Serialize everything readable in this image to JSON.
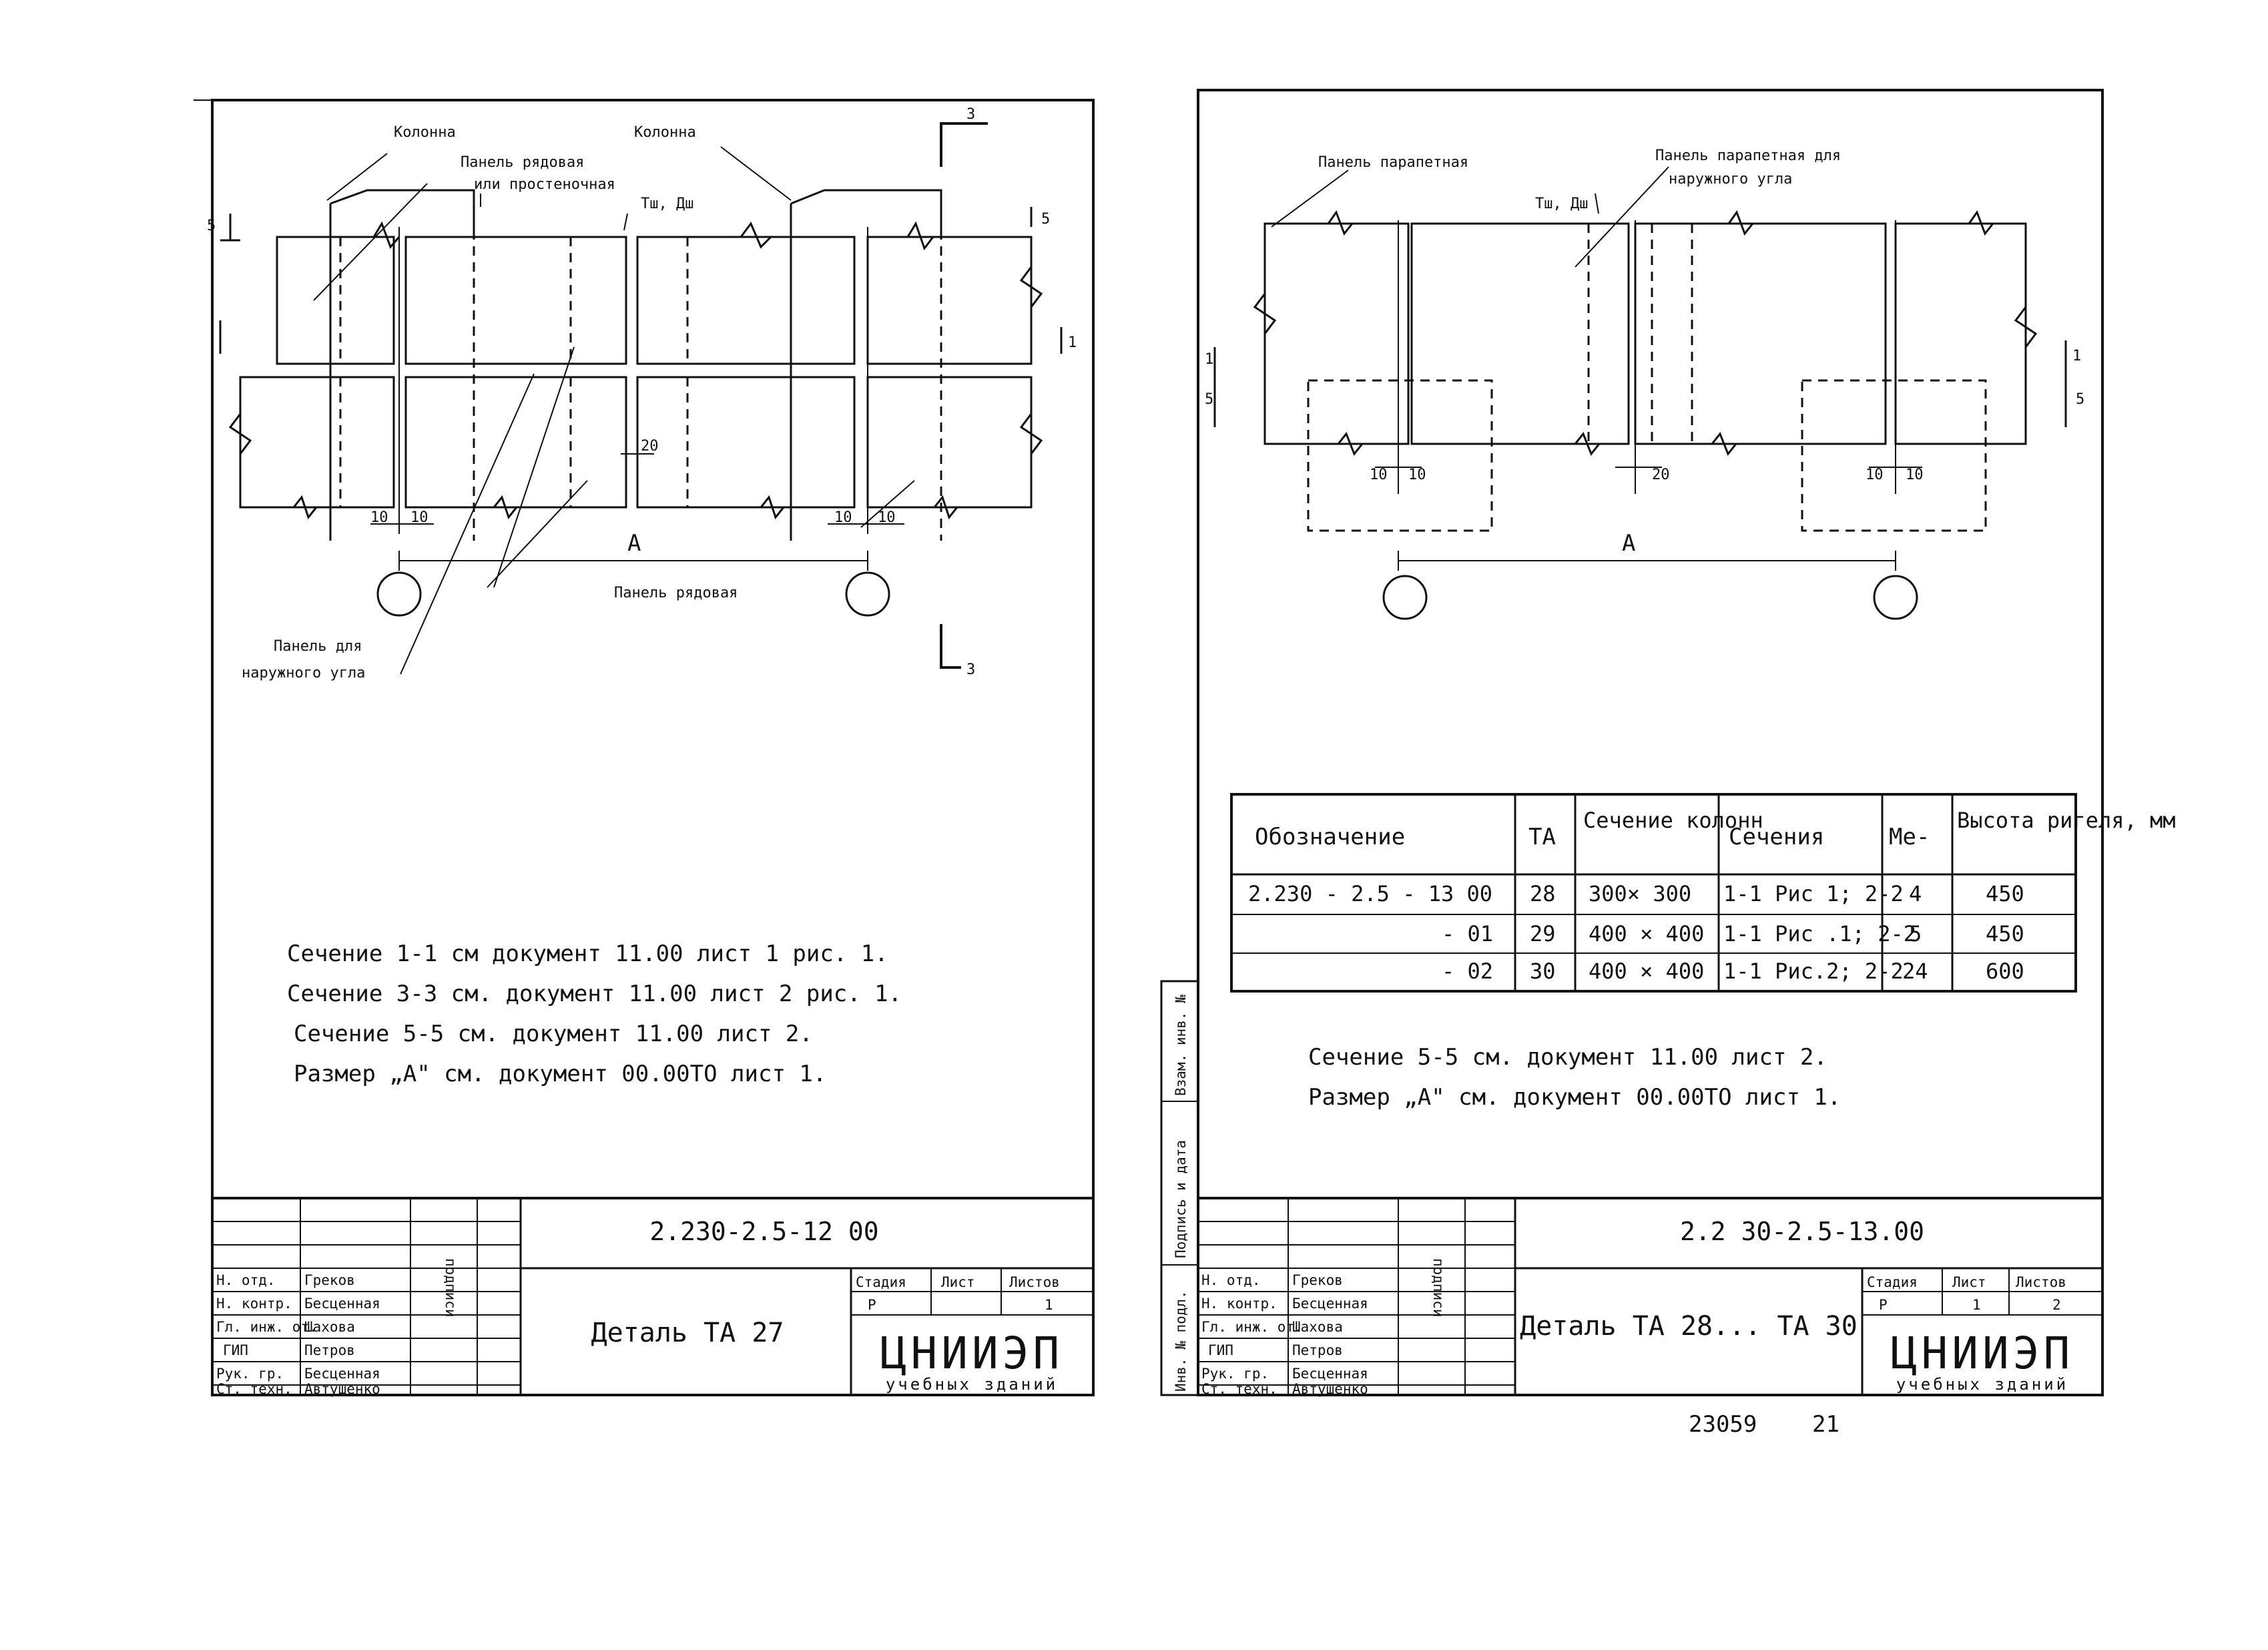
{
  "sheet1": {
    "labels": {
      "kolonna_left": "Колонна",
      "kolonna_right": "Колонна",
      "panel_row_pier": "Панель рядовая",
      "panel_row_pier_2": "или простеночная",
      "tsh_dsh": "Тш, Дш",
      "panel_row": "Панель рядовая",
      "panel_corner": "Панель для",
      "panel_corner_2": "наружного угла",
      "dim_a": "А",
      "dim_20": "20",
      "dim_10a": "10",
      "dim_10b": "10",
      "dim_10c": "10",
      "dim_10d": "10",
      "mark_5_left": "5",
      "mark_5_right": "5",
      "mark_3_top": "3",
      "mark_3_bottom": "3",
      "mark_1_right": "1"
    },
    "notes": [
      "Сечение 1-1 см документ 11.00 лист 1 рис. 1.",
      "Сечение 3-3 см. документ 11.00 лист 2 рис. 1.",
      "Сечение 5-5 см. документ 11.00 лист 2.",
      "Размер „А\" см. документ 00.00ТО лист 1."
    ],
    "title_block": {
      "doc_code": "2.230-2.5-12 00",
      "title": "Деталь ТА 27",
      "stage_header": "Стадия",
      "sheet_header": "Лист",
      "sheets_header": "Листов",
      "stage": "Р",
      "sheet": "",
      "sheets": "1",
      "org": "ЦНИИЭП",
      "org_sub": "учебных зданий",
      "signature_word": "подписи",
      "roles": [
        {
          "role": "Н. отд.",
          "name": "Греков"
        },
        {
          "role": "Н. контр.",
          "name": "Бесценная"
        },
        {
          "role": "Гл. инж. от.",
          "name": "Шахова"
        },
        {
          "role": "ГИП",
          "name": "Петров"
        },
        {
          "role": "Рук. гр.",
          "name": "Бесценная"
        },
        {
          "role": "Ст. техн.",
          "name": "Автушенко"
        }
      ]
    }
  },
  "sheet2": {
    "labels": {
      "panel_parapet": "Панель парапетная",
      "panel_parapet_corner": "Панель парапетная для",
      "panel_parapet_corner_2": "наружного угла",
      "tsh_dsh": "Тш, Дш",
      "dim_a": "А",
      "dim_20": "20",
      "dim_10a": "10",
      "dim_10b": "10",
      "dim_10c": "10",
      "dim_10d": "10",
      "mark_1_left": "1",
      "mark_5_left": "5",
      "mark_1_right": "1",
      "mark_5_right": "5"
    },
    "table": {
      "headers": [
        "Обозначение",
        "ТА",
        "Сечение колонн",
        "Сечения",
        "Ме-",
        "Высота ригеля, мм"
      ],
      "rows": [
        [
          "2.230 - 2.5 - 13 00",
          "28",
          "300× 300",
          "1-1 Рис 1; 2-2",
          "4",
          "450"
        ],
        [
          "- 01",
          "29",
          "400 × 400",
          "1-1 Рис .1; 2-2",
          "5",
          "450"
        ],
        [
          "- 02",
          "30",
          "400 × 400",
          "1-1 Рис.2; 2-2",
          "24",
          "600"
        ]
      ]
    },
    "notes": [
      "Сечение 5-5 см. документ 11.00 лист 2.",
      "Размер „А\" см. документ 00.00ТО лист 1."
    ],
    "side_stamp": [
      "Инв. № подл.",
      "Подпись и дата",
      "Взам. инв. №"
    ],
    "title_block": {
      "doc_code": "2.2 30-2.5-13.00",
      "title": "Деталь ТА 28... ТА 30",
      "stage_header": "Стадия",
      "sheet_header": "Лист",
      "sheets_header": "Листов",
      "stage": "Р",
      "sheet": "1",
      "sheets": "2",
      "org": "ЦНИИЭП",
      "org_sub": "учебных зданий",
      "signature_word": "подписи",
      "roles": [
        {
          "role": "Н. отд.",
          "name": "Греков"
        },
        {
          "role": "Н. контр.",
          "name": "Бесценная"
        },
        {
          "role": "Гл. инж. от.",
          "name": "Шахова"
        },
        {
          "role": "ГИП",
          "name": "Петров"
        },
        {
          "role": "Рук. гр.",
          "name": "Бесценная"
        },
        {
          "role": "Ст. техн.",
          "name": "Автушенко"
        }
      ]
    }
  },
  "footer": {
    "inventory": "23059",
    "page": "21"
  }
}
